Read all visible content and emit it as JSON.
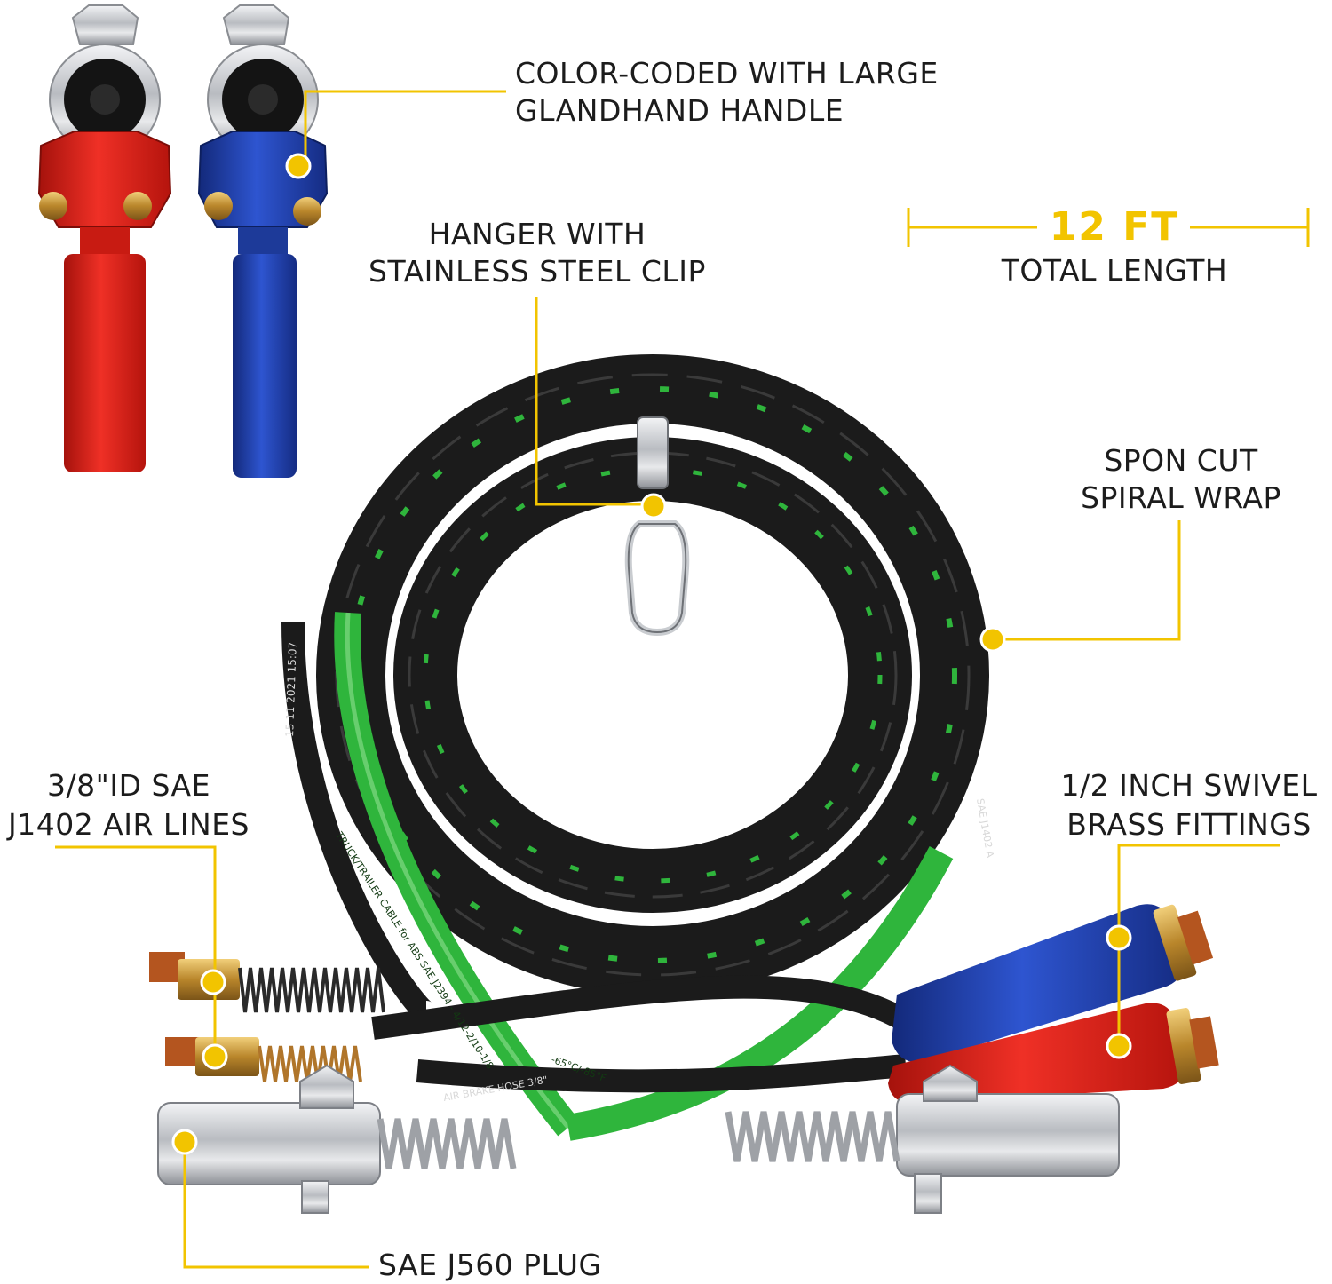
{
  "colors": {
    "callout": "#f2c400",
    "coil_black": "#1b1b1b",
    "green_line": "#2fb53c",
    "red": "#e2231a",
    "blue": "#1f3fa8",
    "chrome": "#c9ccd0"
  },
  "callouts": {
    "gladhand_handle": {
      "line1": "COLOR-CODED WITH LARGE",
      "line2": "GLANDHAND HANDLE"
    },
    "hanger": {
      "line1": "HANGER WITH",
      "line2": "STAINLESS STEEL CLIP"
    },
    "length": {
      "value": "12 FT",
      "caption": "TOTAL LENGTH"
    },
    "spiral_wrap": {
      "line1": "SPON CUT",
      "line2": "SPIRAL WRAP"
    },
    "air_lines": {
      "line1": "3/8\"ID SAE",
      "line2": "J1402 AIR LINES"
    },
    "swivel_fittings": {
      "line1": "1/2 INCH SWIVEL",
      "line2": "BRASS FITTINGS"
    },
    "plug": {
      "line1": "SAE J560 PLUG"
    }
  },
  "hose_prints": {
    "date_code": "15 11 2021 15:07",
    "abs_cable": "TRUCK/TRAILER CABLE for ABS SAE J2394 - 4/12-2/10-1/8",
    "air_brake": "AIR BRAKE HOSE 3/8\"",
    "temp_range": "-65°C/-85°F",
    "sae_mark": "SAE J1402 A"
  }
}
